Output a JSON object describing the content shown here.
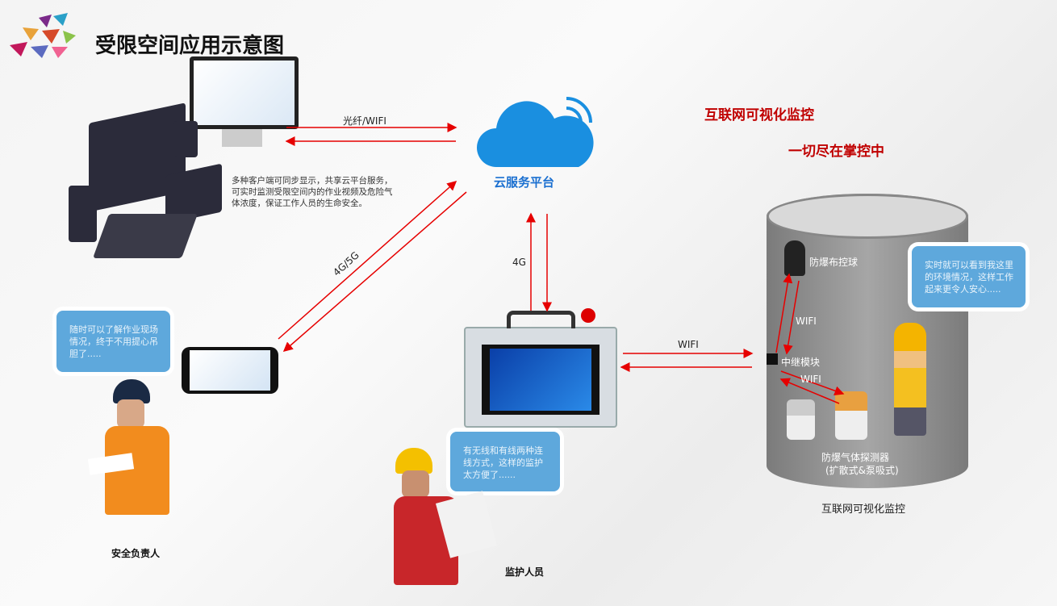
{
  "title": "受限空间应用示意图",
  "cloud_label": "云服务平台",
  "links": {
    "fiber_wifi": "光纤/WIFI",
    "cellular_45": "4G/5G",
    "cellular_4": "4G",
    "wifi_device": "WIFI",
    "wifi_camera": "WIFI",
    "wifi_detector": "WIFI"
  },
  "description": "多种客户端可同步显示，共享云平台服务，可实时监测受限空间内的作业视频及危险气体浓度，保证工作人员的生命安全。",
  "slogan": {
    "line1": "互联网可视化监控",
    "line2": "一切尽在掌控中"
  },
  "space": {
    "camera": "防爆布控球",
    "relay": "中继模块",
    "detector": "防爆气体探测器",
    "detector_types": "(扩散式&泵吸式)",
    "caption": "互联网可视化监控"
  },
  "bubbles": {
    "worker": "实时就可以看到我这里的环境情况，这样工作起来更令人安心.....",
    "safety": "随时可以了解作业现场情况，终于不用提心吊胆了.....",
    "guardian": "有无线和有线两种连线方式，这样的监护太方便了......"
  },
  "people": {
    "safety": "安全负责人",
    "guardian": "监护人员"
  },
  "colors": {
    "arrow": "#e60000",
    "bubble": "#5ea8dc",
    "cloud": "#1a8fe0",
    "slogan": "#c00000"
  }
}
